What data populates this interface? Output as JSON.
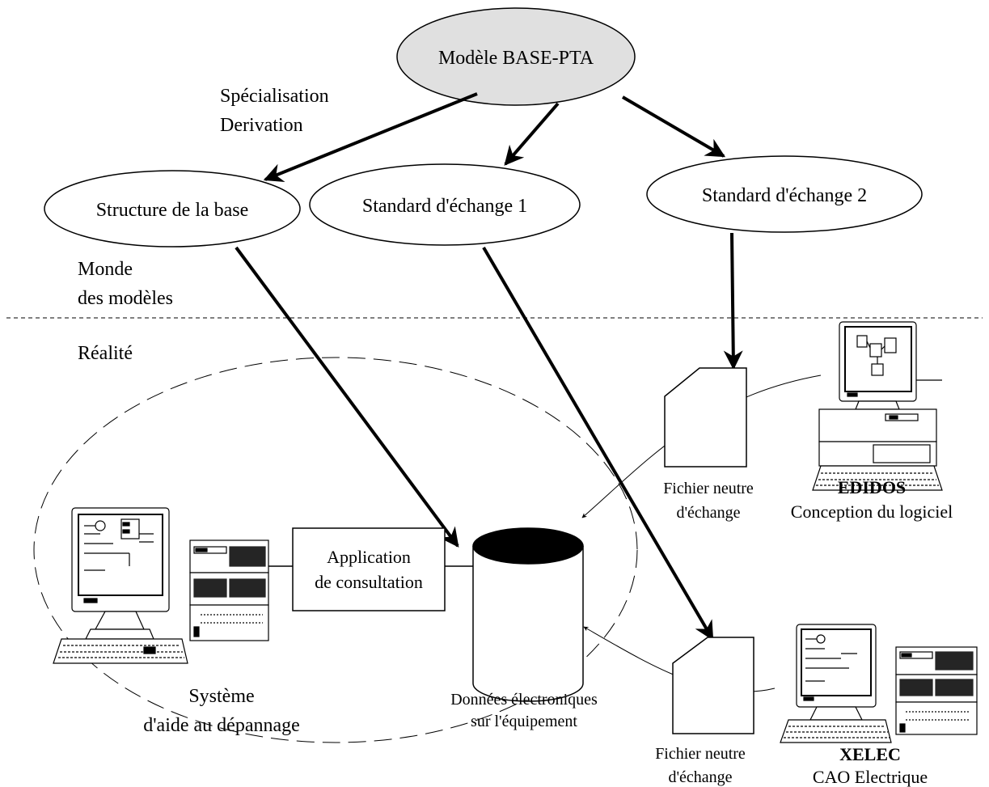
{
  "models": {
    "root": "Modèle BASE-PTA",
    "structure": "Structure de la base",
    "standard1": "Standard d'échange 1",
    "standard2": "Standard d'échange 2"
  },
  "labels": {
    "specialisation": "Spécialisation",
    "derivation": "Derivation",
    "monde_line1": "Monde",
    "monde_line2": "des modèles",
    "realite": "Réalité"
  },
  "reality": {
    "application_line1": "Application",
    "application_line2": "de consultation",
    "donnees_line1": "Données électroniques",
    "donnees_line2": "sur l'équipement",
    "systeme_line1": "Système",
    "systeme_line2": "d'aide au dépannage",
    "fichier1_line1": "Fichier neutre",
    "fichier1_line2": "d'échange",
    "fichier2_line1": "Fichier neutre",
    "fichier2_line2": "d'échange",
    "edidos_name": "EDIDOS",
    "edidos_desc": "Conception du logiciel",
    "xelec_name": "XELEC",
    "xelec_desc": "CAO Electrique"
  },
  "colors": {
    "root_fill": "#e0e0e0",
    "line": "#000000",
    "background": "#ffffff"
  },
  "icons": [
    "computer-workstation-icon",
    "desktop-computer-icon",
    "database-cylinder-icon",
    "document-file-icon"
  ]
}
